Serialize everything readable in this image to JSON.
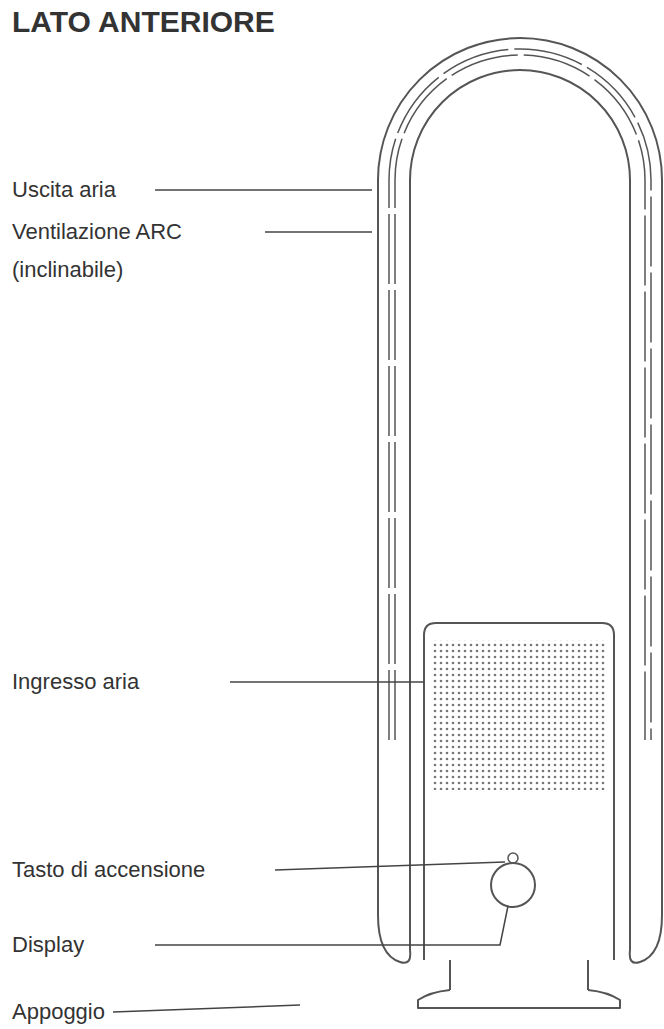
{
  "diagram": {
    "title": "LATO ANTERIORE",
    "labels": [
      "Uscita aria",
      "Ventilazione ARC (inclinabile)",
      "Ingresso aria",
      "Tasto di accensione",
      "Display",
      "Appoggio"
    ]
  }
}
